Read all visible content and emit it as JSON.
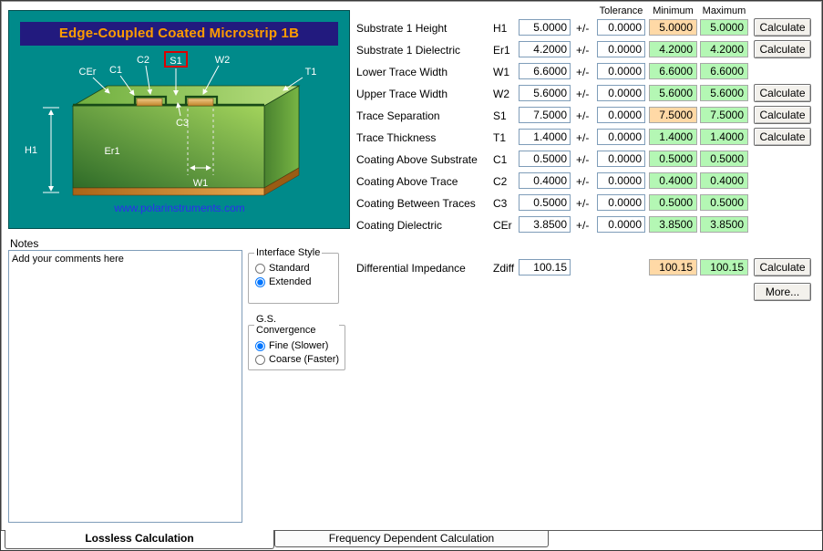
{
  "graphic": {
    "title": "Edge-Coupled Coated Microstrip 1B",
    "website": "www.polarinstruments.com",
    "labels": {
      "cer": "CEr",
      "c1": "C1",
      "c2": "C2",
      "s1": "S1",
      "w2": "W2",
      "t1": "T1",
      "h1": "H1",
      "er1": "Er1",
      "c3": "C3",
      "w1": "W1"
    }
  },
  "headers": {
    "tolerance": "Tolerance",
    "minimum": "Minimum",
    "maximum": "Maximum"
  },
  "buttons": {
    "calculate": "Calculate",
    "more": "More..."
  },
  "parameters": [
    {
      "label": "Substrate 1 Height",
      "symbol": "H1",
      "value": "5.0000",
      "pm": "+/-",
      "tolerance": "0.0000",
      "min": "5.0000",
      "max": "5.0000"
    },
    {
      "label": "Substrate 1 Dielectric",
      "symbol": "Er1",
      "value": "4.2000",
      "pm": "+/-",
      "tolerance": "0.0000",
      "min": "4.2000",
      "max": "4.2000"
    },
    {
      "label": "Lower Trace Width",
      "symbol": "W1",
      "value": "6.6000",
      "pm": "+/-",
      "tolerance": "0.0000",
      "min": "6.6000",
      "max": "6.6000"
    },
    {
      "label": "Upper Trace Width",
      "symbol": "W2",
      "value": "5.6000",
      "pm": "+/-",
      "tolerance": "0.0000",
      "min": "5.6000",
      "max": "5.6000"
    },
    {
      "label": "Trace Separation",
      "symbol": "S1",
      "value": "7.5000",
      "pm": "+/-",
      "tolerance": "0.0000",
      "min": "7.5000",
      "max": "7.5000"
    },
    {
      "label": "Trace Thickness",
      "symbol": "T1",
      "value": "1.4000",
      "pm": "+/-",
      "tolerance": "0.0000",
      "min": "1.4000",
      "max": "1.4000"
    },
    {
      "label": "Coating Above Substrate",
      "symbol": "C1",
      "value": "0.5000",
      "pm": "+/-",
      "tolerance": "0.0000",
      "min": "0.5000",
      "max": "0.5000"
    },
    {
      "label": "Coating Above Trace",
      "symbol": "C2",
      "value": "0.4000",
      "pm": "+/-",
      "tolerance": "0.0000",
      "min": "0.4000",
      "max": "0.4000"
    },
    {
      "label": "Coating Between Traces",
      "symbol": "C3",
      "value": "0.5000",
      "pm": "+/-",
      "tolerance": "0.0000",
      "min": "0.5000",
      "max": "0.5000"
    },
    {
      "label": "Coating Dielectric",
      "symbol": "CEr",
      "value": "3.8500",
      "pm": "+/-",
      "tolerance": "0.0000",
      "min": "3.8500",
      "max": "3.8500"
    }
  ],
  "impedance": {
    "label": "Differential Impedance",
    "symbol": "Zdiff",
    "value": "100.15",
    "min": "100.15",
    "max": "100.15"
  },
  "notes": {
    "label": "Notes",
    "text": "Add your comments here"
  },
  "interface_style": {
    "title": "Interface Style",
    "options": [
      {
        "label": "Standard",
        "selected": false
      },
      {
        "label": "Extended",
        "selected": true
      }
    ]
  },
  "gs_convergence": {
    "title": "G.S. Convergence",
    "options": [
      {
        "label": "Fine (Slower)",
        "selected": true
      },
      {
        "label": "Coarse (Faster)",
        "selected": false
      }
    ]
  },
  "tabs": [
    {
      "label": "Lossless Calculation",
      "active": true
    },
    {
      "label": "Frequency Dependent Calculation",
      "active": false
    }
  ],
  "colors": {
    "cell_lower_bound": "#ffd9a6",
    "cell_upper_bound": "#b4f7b4",
    "panel_teal": "#008a8a",
    "title_navy": "#221a7e",
    "title_orange": "#ff9c00",
    "s1_highlight_red": "#dd0000"
  }
}
